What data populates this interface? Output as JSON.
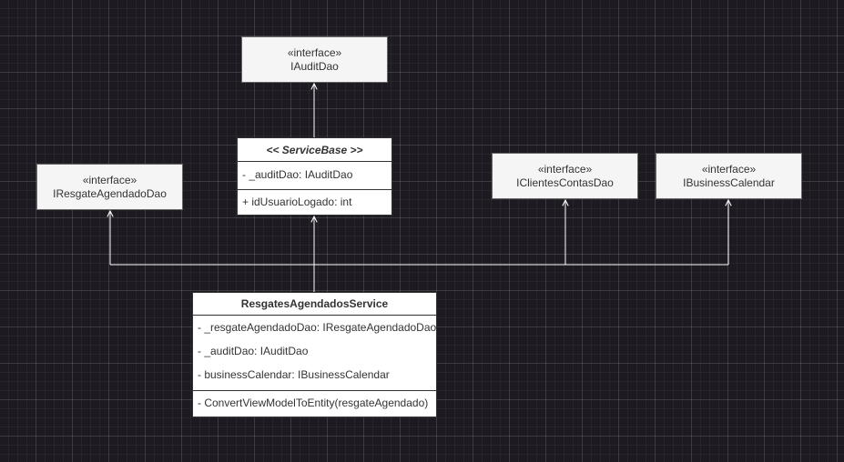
{
  "interfaces": {
    "audit": {
      "stereotype": "«interface»",
      "name": "IAuditDao"
    },
    "resgate": {
      "stereotype": "«interface»",
      "name": "IResgateAgendadoDao"
    },
    "clientes": {
      "stereotype": "«interface»",
      "name": "IClientesContasDao"
    },
    "calendar": {
      "stereotype": "«interface»",
      "name": "IBusinessCalendar"
    }
  },
  "service_base": {
    "title": "<< ServiceBase >>",
    "attributes": [
      "- _auditDao: IAuditDao"
    ],
    "methods": [
      "+ idUsuarioLogado: int"
    ]
  },
  "resgates_service": {
    "title": "ResgatesAgendadosService",
    "attributes": [
      "- _resgateAgendadoDao: IResgateAgendadoDao",
      "- _auditDao: IAuditDao",
      "- businessCalendar: IBusinessCalendar"
    ],
    "methods": [
      "- ConvertViewModelToEntity(resgateAgendado)"
    ]
  },
  "colors": {
    "background": "#1d1a22",
    "connector": "#ffffff",
    "interface_fill": "#f5f5f5",
    "class_fill": "#ffffff"
  }
}
